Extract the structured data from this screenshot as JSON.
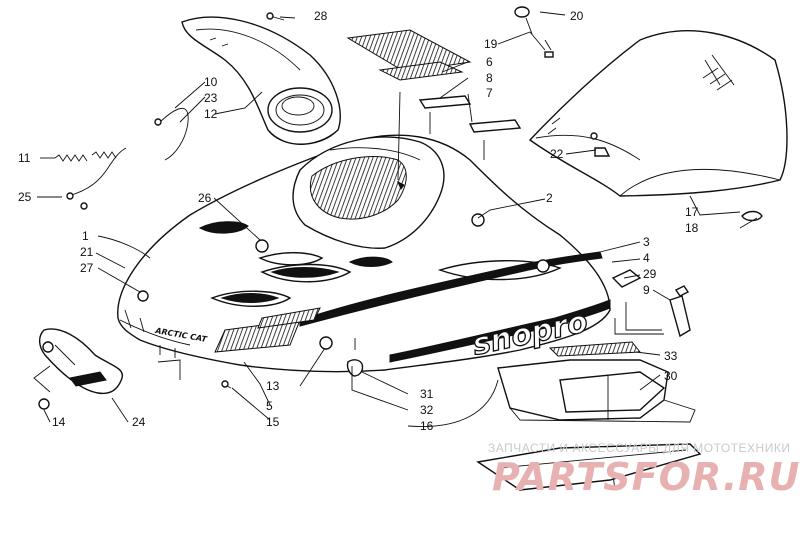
{
  "callouts": [
    "1",
    "2",
    "3",
    "4",
    "5",
    "6",
    "7",
    "8",
    "9",
    "10",
    "11",
    "12",
    "13",
    "14",
    "15",
    "16",
    "17",
    "18",
    "19",
    "20",
    "21",
    "22",
    "23",
    "24",
    "25",
    "26",
    "27",
    "28",
    "29",
    "30",
    "31",
    "32",
    "33"
  ],
  "decals": {
    "brand": "ARCTIC CAT",
    "model": "snopro"
  },
  "watermark": {
    "caption": "ЗАПЧАСТИ И АКСЕССУАРЫ ДЛЯ МОТОТЕХНИКИ",
    "logo": "PARTSFOR.RU"
  }
}
